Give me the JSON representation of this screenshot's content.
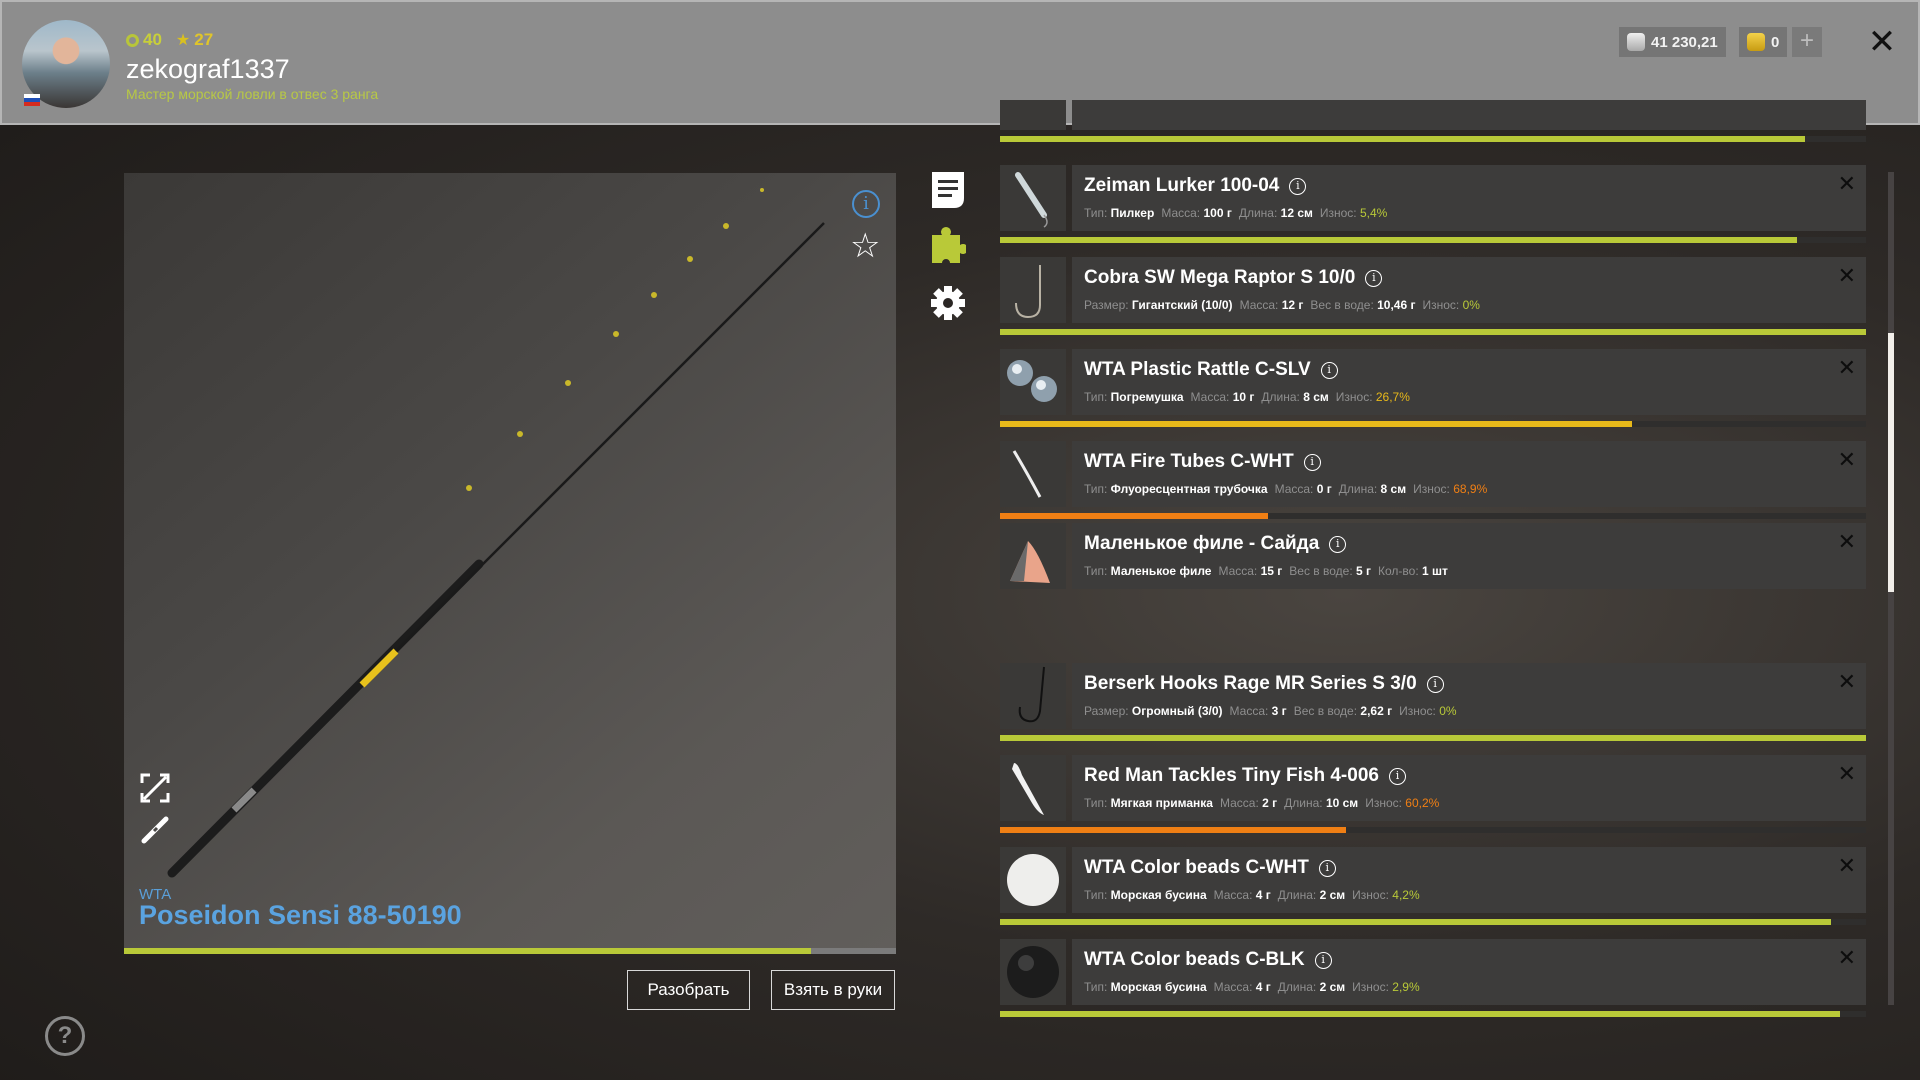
{
  "header": {
    "level": "40",
    "stars": "27",
    "username": "zekograf1337",
    "rank": "Мастер морской ловли в отвес 3 ранга",
    "silver": "41 230,21",
    "gold": "0",
    "plus": "+",
    "close": "✕"
  },
  "viewer": {
    "brand": "WTA",
    "rod_name": "Poseidon Sensi 88-50190",
    "wear_percent": 89,
    "info": "i",
    "favorite": "☆"
  },
  "buttons": {
    "disassemble": "Разобрать",
    "take": "Взять в руки"
  },
  "help": "?",
  "colors": {
    "green": "#b9c938",
    "yellow": "#e8b91a",
    "orange": "#f07f14",
    "accent_blue": "#5aa3e0"
  },
  "items": [
    {
      "name": "Zeiman Lurker 100-04",
      "props": [
        [
          "Тип:",
          "Пилкер"
        ],
        [
          "Масса:",
          "100 г"
        ],
        [
          "Длина:",
          "12 см"
        ]
      ],
      "wear_label": "Износ:",
      "wear": "5,4%",
      "wear_color": "#b9c938",
      "bar": 92,
      "bar_color": "#b9c938",
      "thumb": "pilker"
    },
    {
      "name": "Cobra SW Mega Raptor S 10/0",
      "props": [
        [
          "Размер:",
          "Гигантский (10/0)"
        ],
        [
          "Масса:",
          "12 г"
        ],
        [
          "Вес в воде:",
          "10,46 г"
        ]
      ],
      "wear_label": "Износ:",
      "wear": "0%",
      "wear_color": "#b9c938",
      "bar": 100,
      "bar_color": "#b9c938",
      "thumb": "hook"
    },
    {
      "name": "WTA Plastic Rattle C-SLV",
      "props": [
        [
          "Тип:",
          "Погремушка"
        ],
        [
          "Масса:",
          "10 г"
        ],
        [
          "Длина:",
          "8 см"
        ]
      ],
      "wear_label": "Износ:",
      "wear": "26,7%",
      "wear_color": "#e8b91a",
      "bar": 73,
      "bar_color": "#e8b91a",
      "thumb": "rattle"
    },
    {
      "name": "WTA Fire Tubes C-WHT",
      "props": [
        [
          "Тип:",
          "Флуоресцентная трубочка"
        ],
        [
          "Масса:",
          "0 г"
        ],
        [
          "Длина:",
          "8 см"
        ]
      ],
      "wear_label": "Износ:",
      "wear": "68,9%",
      "wear_color": "#f07f14",
      "bar": 31,
      "bar_color": "#f07f14",
      "thumb": "tube"
    },
    {
      "name": "Маленькое филе - Сайда",
      "props": [
        [
          "Тип:",
          "Маленькое филе"
        ],
        [
          "Масса:",
          "15 г"
        ],
        [
          "Вес в воде:",
          "5 г"
        ],
        [
          "Кол-во:",
          "1 шт"
        ]
      ],
      "wear_label": "",
      "wear": "",
      "wear_color": "",
      "bar": null,
      "bar_color": "",
      "thumb": "fillet"
    },
    {
      "name": "Berserk Hooks Rage MR Series S 3/0",
      "props": [
        [
          "Размер:",
          "Огромный (3/0)"
        ],
        [
          "Масса:",
          "3 г"
        ],
        [
          "Вес в воде:",
          "2,62 г"
        ]
      ],
      "wear_label": "Износ:",
      "wear": "0%",
      "wear_color": "#b9c938",
      "bar": 100,
      "bar_color": "#b9c938",
      "thumb": "hook2"
    },
    {
      "name": "Red Man Tackles Tiny Fish 4-006",
      "props": [
        [
          "Тип:",
          "Мягкая приманка"
        ],
        [
          "Масса:",
          "2 г"
        ],
        [
          "Длина:",
          "10 см"
        ]
      ],
      "wear_label": "Износ:",
      "wear": "60,2%",
      "wear_color": "#f07f14",
      "bar": 40,
      "bar_color": "#f07f14",
      "thumb": "softbait"
    },
    {
      "name": "WTA Color beads C-WHT",
      "props": [
        [
          "Тип:",
          "Морская бусина"
        ],
        [
          "Масса:",
          "4 г"
        ],
        [
          "Длина:",
          "2 см"
        ]
      ],
      "wear_label": "Износ:",
      "wear": "4,2%",
      "wear_color": "#b9c938",
      "bar": 96,
      "bar_color": "#b9c938",
      "thumb": "bead-white"
    },
    {
      "name": "WTA Color beads C-BLK",
      "props": [
        [
          "Тип:",
          "Морская бусина"
        ],
        [
          "Масса:",
          "4 г"
        ],
        [
          "Длина:",
          "2 см"
        ]
      ],
      "wear_label": "Износ:",
      "wear": "2,9%",
      "wear_color": "#b9c938",
      "bar": 97,
      "bar_color": "#b9c938",
      "thumb": "bead-black"
    }
  ],
  "partial_top_item": {
    "bar": 93,
    "bar_color": "#b9c938"
  },
  "item_close": "✕",
  "item_info": "i"
}
